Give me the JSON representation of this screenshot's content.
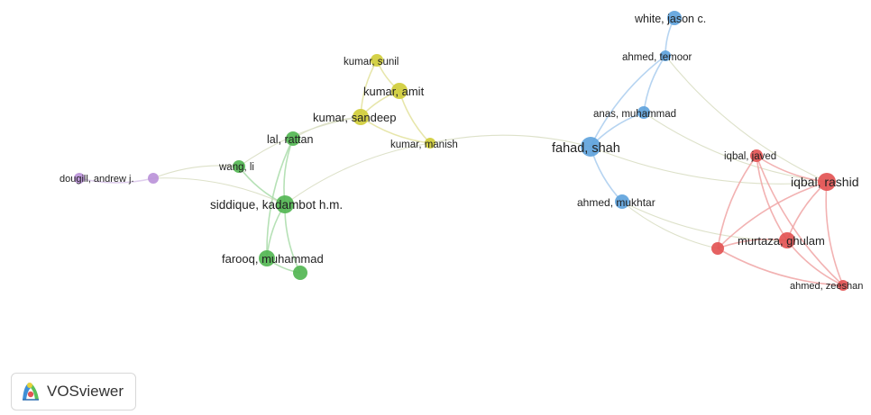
{
  "app": {
    "brand": "VOSviewer",
    "logo_icon": "vosviewer-logo-icon"
  },
  "network": {
    "clusters": [
      {
        "id": "red",
        "color": "#e35454",
        "edge_color": "#f0a5a5"
      },
      {
        "id": "green",
        "color": "#53b653",
        "edge_color": "#a9dca9"
      },
      {
        "id": "blue",
        "color": "#5fa3dc",
        "edge_color": "#a9cdee"
      },
      {
        "id": "yellow",
        "color": "#d0cd3a",
        "edge_color": "#e3e29c"
      },
      {
        "id": "purple",
        "color": "#bb93d9",
        "edge_color": "#d9c6ea"
      }
    ],
    "nodes": [
      {
        "id": "white-jason",
        "label": "white, jason c.",
        "cluster": "blue"
      },
      {
        "id": "ahmed-temoor",
        "label": "ahmed, temoor",
        "cluster": "blue"
      },
      {
        "id": "anas-muhammad",
        "label": "anas, muhammad",
        "cluster": "blue"
      },
      {
        "id": "fahad-shah",
        "label": "fahad, shah",
        "cluster": "blue"
      },
      {
        "id": "ahmed-mukhtar",
        "label": "ahmed, mukhtar",
        "cluster": "blue"
      },
      {
        "id": "iqbal-javed",
        "label": "iqbal, javed",
        "cluster": "red"
      },
      {
        "id": "iqbal-rashid",
        "label": "iqbal, rashid",
        "cluster": "red"
      },
      {
        "id": "murtaza-ghulam",
        "label": "murtaza, ghulam",
        "cluster": "red"
      },
      {
        "id": "ahmed-zeeshan",
        "label": "ahmed, zeeshan",
        "cluster": "red"
      },
      {
        "id": "red-unlabeled",
        "label": "",
        "cluster": "red"
      },
      {
        "id": "kumar-sunil",
        "label": "kumar, sunil",
        "cluster": "yellow"
      },
      {
        "id": "kumar-amit",
        "label": "kumar, amit",
        "cluster": "yellow"
      },
      {
        "id": "kumar-sandeep",
        "label": "kumar, sandeep",
        "cluster": "yellow"
      },
      {
        "id": "kumar-manish",
        "label": "kumar, manish",
        "cluster": "yellow"
      },
      {
        "id": "lal-rattan",
        "label": "lal, rattan",
        "cluster": "green"
      },
      {
        "id": "wang-li",
        "label": "wang, li",
        "cluster": "green"
      },
      {
        "id": "siddique-kadambot",
        "label": "siddique, kadambot h.m.",
        "cluster": "green"
      },
      {
        "id": "farooq-muhammad",
        "label": "farooq, muhammad",
        "cluster": "green"
      },
      {
        "id": "green-unlabeled",
        "label": "",
        "cluster": "green"
      },
      {
        "id": "dougill-andrew",
        "label": "dougill, andrew j.",
        "cluster": "purple"
      },
      {
        "id": "purple-unlabeled",
        "label": "",
        "cluster": "purple"
      }
    ],
    "edges": [
      [
        "white-jason",
        "ahmed-temoor"
      ],
      [
        "ahmed-temoor",
        "anas-muhammad"
      ],
      [
        "ahmed-temoor",
        "fahad-shah"
      ],
      [
        "ahmed-temoor",
        "iqbal-rashid"
      ],
      [
        "anas-muhammad",
        "fahad-shah"
      ],
      [
        "anas-muhammad",
        "iqbal-rashid"
      ],
      [
        "fahad-shah",
        "ahmed-mukhtar"
      ],
      [
        "fahad-shah",
        "kumar-manish"
      ],
      [
        "fahad-shah",
        "iqbal-rashid"
      ],
      [
        "ahmed-mukhtar",
        "red-unlabeled"
      ],
      [
        "ahmed-mukhtar",
        "murtaza-ghulam"
      ],
      [
        "iqbal-javed",
        "iqbal-rashid"
      ],
      [
        "iqbal-javed",
        "murtaza-ghulam"
      ],
      [
        "iqbal-javed",
        "red-unlabeled"
      ],
      [
        "iqbal-javed",
        "ahmed-zeeshan"
      ],
      [
        "iqbal-rashid",
        "murtaza-ghulam"
      ],
      [
        "iqbal-rashid",
        "red-unlabeled"
      ],
      [
        "iqbal-rashid",
        "ahmed-zeeshan"
      ],
      [
        "murtaza-ghulam",
        "red-unlabeled"
      ],
      [
        "murtaza-ghulam",
        "ahmed-zeeshan"
      ],
      [
        "red-unlabeled",
        "ahmed-zeeshan"
      ],
      [
        "kumar-sunil",
        "kumar-amit"
      ],
      [
        "kumar-sunil",
        "kumar-sandeep"
      ],
      [
        "kumar-amit",
        "kumar-sandeep"
      ],
      [
        "kumar-amit",
        "kumar-manish"
      ],
      [
        "kumar-sandeep",
        "kumar-manish"
      ],
      [
        "kumar-sandeep",
        "lal-rattan"
      ],
      [
        "kumar-sandeep",
        "wang-li"
      ],
      [
        "kumar-manish",
        "siddique-kadambot"
      ],
      [
        "lal-rattan",
        "siddique-kadambot"
      ],
      [
        "lal-rattan",
        "farooq-muhammad"
      ],
      [
        "wang-li",
        "siddique-kadambot"
      ],
      [
        "wang-li",
        "purple-unlabeled"
      ],
      [
        "siddique-kadambot",
        "farooq-muhammad"
      ],
      [
        "siddique-kadambot",
        "green-unlabeled"
      ],
      [
        "siddique-kadambot",
        "purple-unlabeled"
      ],
      [
        "farooq-muhammad",
        "green-unlabeled"
      ],
      [
        "dougill-andrew",
        "purple-unlabeled"
      ]
    ]
  }
}
